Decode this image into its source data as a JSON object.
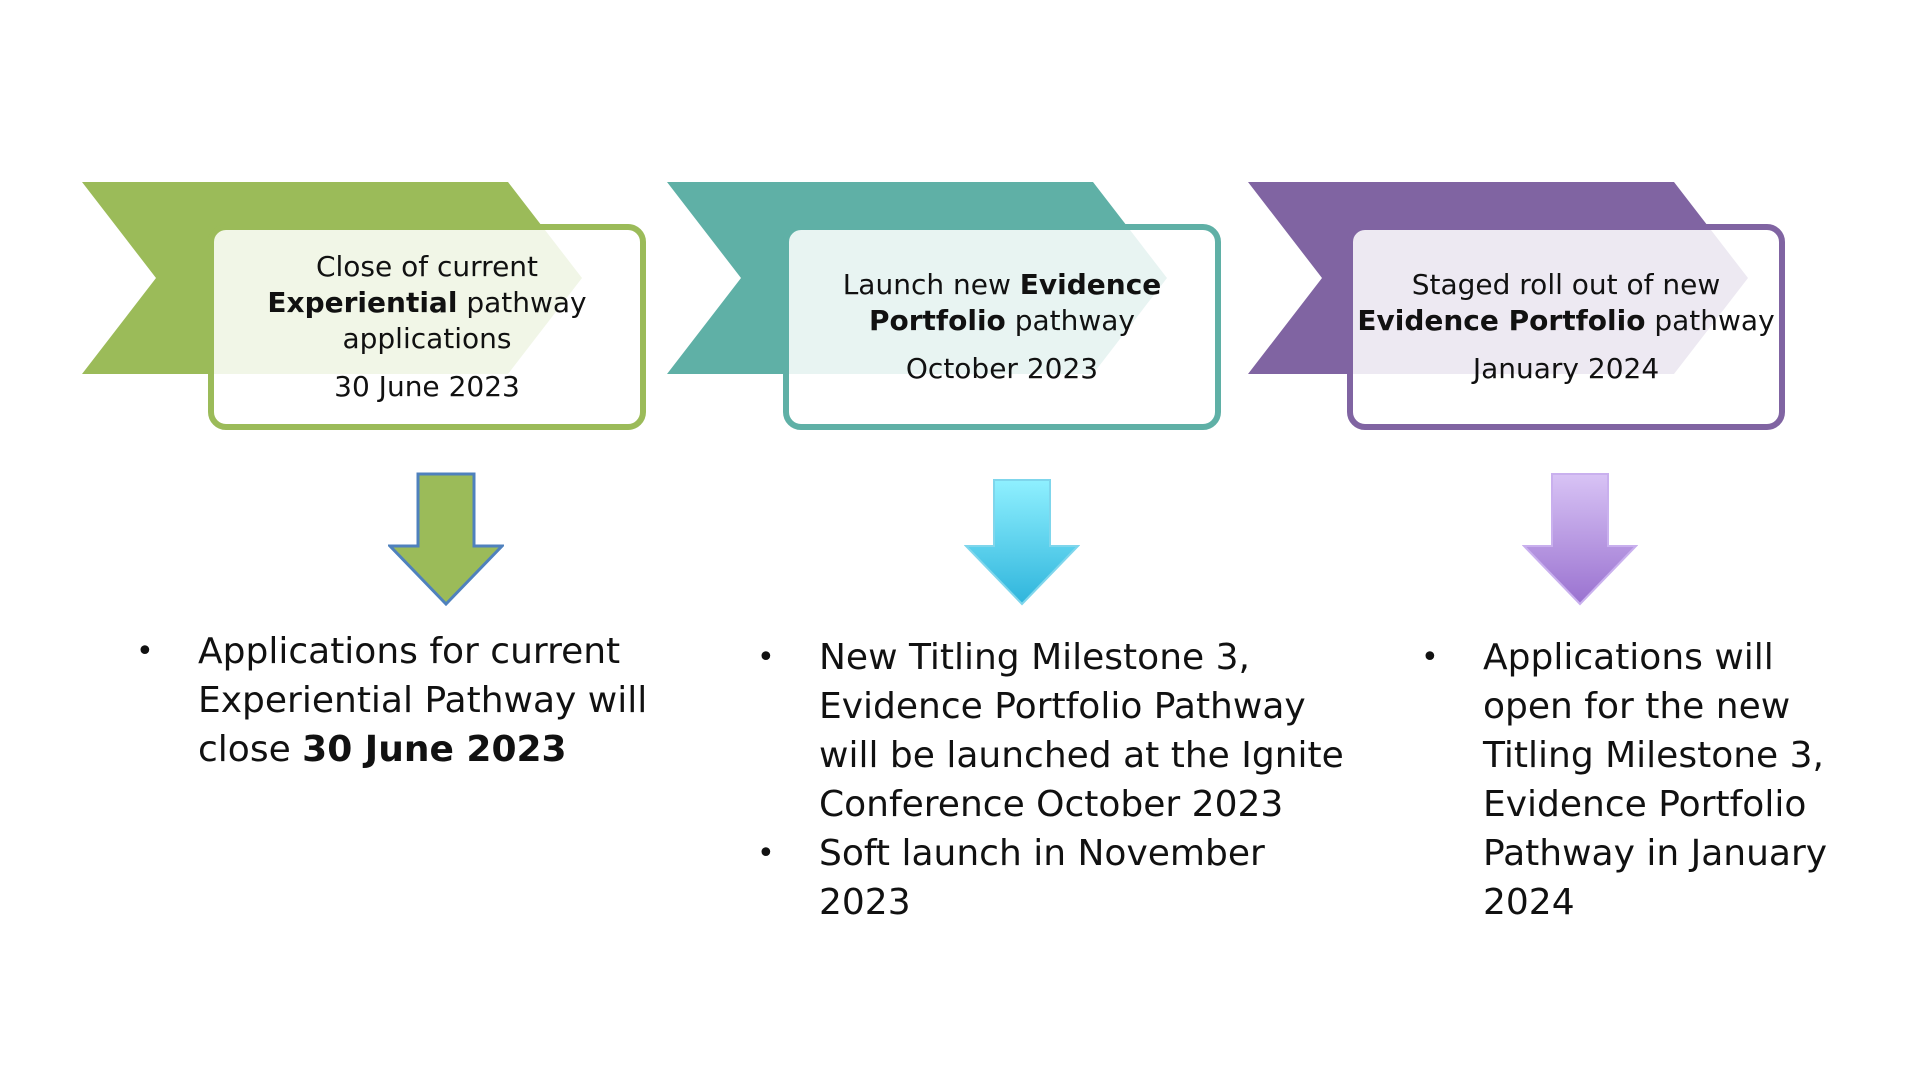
{
  "stages": [
    {
      "id": "experiential-close",
      "color": "#9bbb59",
      "arrow_gradient": [
        "#9bbb59",
        "#9bbb59"
      ],
      "title": [
        {
          "text": "Close of current",
          "bold": false,
          "br": true
        },
        {
          "text": "Experiential",
          "bold": true
        },
        {
          "text": " pathway",
          "bold": false,
          "br": true
        },
        {
          "text": "applications",
          "bold": false
        }
      ],
      "date": "30 June 2023",
      "bullets": [
        [
          {
            "text": "Applications for current Experiential  Pathway will close  ",
            "bold": false
          },
          {
            "text": "30 June 2023",
            "bold": true
          }
        ]
      ]
    },
    {
      "id": "evidence-portfolio-launch",
      "color": "#5fb0a6",
      "arrow_gradient": [
        "#8ff0ff",
        "#2fb5dc"
      ],
      "title": [
        {
          "text": "Launch new ",
          "bold": false
        },
        {
          "text": "Evidence",
          "bold": true,
          "br": true
        },
        {
          "text": "Portfolio",
          "bold": true
        },
        {
          "text": " pathway",
          "bold": false
        }
      ],
      "date": "October 2023",
      "bullets": [
        [
          {
            "text": "New Titling Milestone 3, Evidence Portfolio Pathway will be launched at the Ignite Conference October 2023",
            "bold": false
          }
        ],
        [
          {
            "text": "Soft launch in November 2023",
            "bold": false
          }
        ]
      ]
    },
    {
      "id": "staged-roll-out",
      "color": "#8064a2",
      "arrow_gradient": [
        "#d8c3f5",
        "#9a72d0"
      ],
      "title": [
        {
          "text": "Staged roll out of new",
          "bold": false,
          "br": true
        },
        {
          "text": "Evidence Portfolio",
          "bold": true
        },
        {
          "text": " pathway",
          "bold": false
        }
      ],
      "date": "January 2024",
      "bullets": [
        [
          {
            "text": "Applications will open for the new Titling Milestone 3, Evidence Portfolio Pathway in January 2024",
            "bold": false
          }
        ]
      ]
    }
  ]
}
